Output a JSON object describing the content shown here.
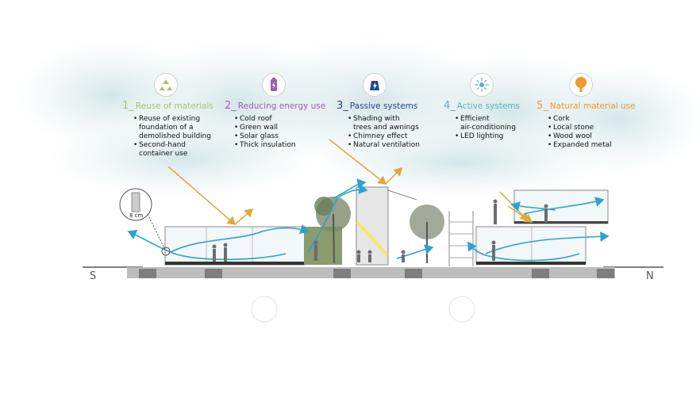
{
  "colors": {
    "reuse": "#a6c46a",
    "reducing": "#9b5fb2",
    "passive": "#24478f",
    "active": "#5cb1c0",
    "natural": "#f0982d",
    "airflow": "#2aa3cf",
    "sun": "#e0a83a",
    "ground": "#9d9d9d"
  },
  "categories": [
    {
      "num": "1_",
      "title": "Reuse of materials",
      "icon": "recycle-icon",
      "items": [
        [
          "Reuse of existing",
          "foundation of a",
          "demolished building"
        ],
        [
          "Second-hand",
          "container use"
        ]
      ]
    },
    {
      "num": "2_",
      "title": "Reducing energy use",
      "icon": "battery-icon",
      "items": [
        [
          "Cold roof"
        ],
        [
          "Green wall"
        ],
        [
          "Solar glass"
        ],
        [
          "Thick insulation"
        ]
      ]
    },
    {
      "num": "3_",
      "title": "Passive systems",
      "icon": "lightning-building-icon",
      "items": [
        [
          "Shading with",
          "trees and awnings"
        ],
        [
          "Chimney effect"
        ],
        [
          "Natural ventilation"
        ]
      ]
    },
    {
      "num": "4_",
      "title": "Active systems",
      "icon": "sun-burst-icon",
      "items": [
        [
          "Efficient",
          "air-conditioning"
        ],
        [
          "LED lighting"
        ]
      ]
    },
    {
      "num": "5_",
      "title": "Natural material use",
      "icon": "tree-icon",
      "items": [
        [
          "Cork"
        ],
        [
          "Local stone"
        ],
        [
          "Wood wool"
        ],
        [
          "Expanded metal"
        ]
      ]
    }
  ],
  "scale_label": "8 cm",
  "compass": {
    "south": "S",
    "north": "N"
  }
}
